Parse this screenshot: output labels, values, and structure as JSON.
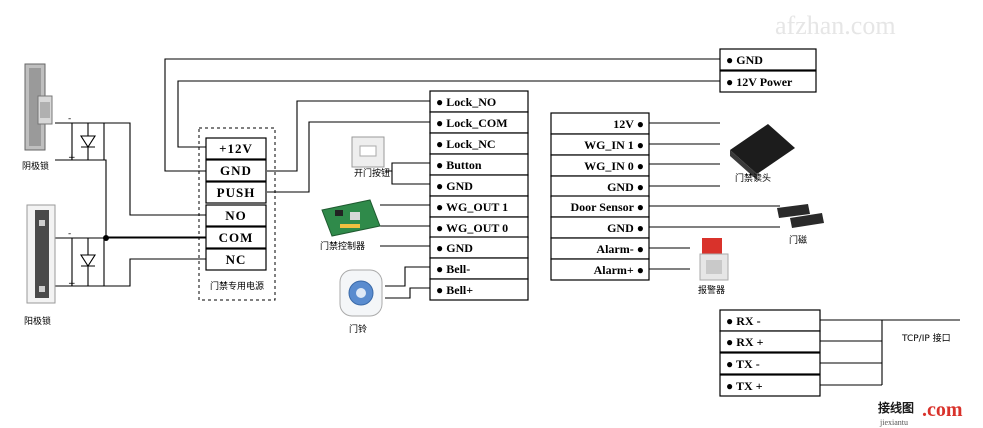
{
  "watermark_top": "afzhan.com",
  "watermark_bottom": {
    "brand": "接线图",
    "dot_com": ".com",
    "domain": "jiexiantu"
  },
  "power_supply": {
    "caption": "门禁专用电源",
    "terminals": [
      "+12V",
      "GND",
      "PUSH",
      "NO",
      "COM",
      "NC"
    ]
  },
  "top_terminals": [
    "● GND",
    "● 12V Power"
  ],
  "controller_left_terminals": [
    "● Lock_NO",
    "● Lock_COM",
    "● Lock_NC",
    "● Button",
    "● GND",
    "● WG_OUT 1",
    "● WG_OUT 0",
    "● GND",
    "● Bell-",
    "● Bell+"
  ],
  "controller_right_terminals": [
    "12V ●",
    "WG_IN 1 ●",
    "WG_IN 0 ●",
    "GND ●",
    "Door Sensor ●",
    "GND ●",
    "Alarm- ●",
    "Alarm+ ●"
  ],
  "network_terminals": [
    "● RX -",
    "● RX +",
    "● TX -",
    "● TX +"
  ],
  "network_label": "TCP/IP 接口",
  "devices": {
    "lock_top": "阴极锁",
    "lock_bottom": "阳极锁",
    "exit_button": "开门按钮",
    "controller": "门禁控制器",
    "doorbell": "门铃",
    "card_reader": "门禁读头",
    "door_sensor": "门磁",
    "alarm": "报警器"
  },
  "polarity": {
    "minus": "-",
    "plus": "+"
  }
}
